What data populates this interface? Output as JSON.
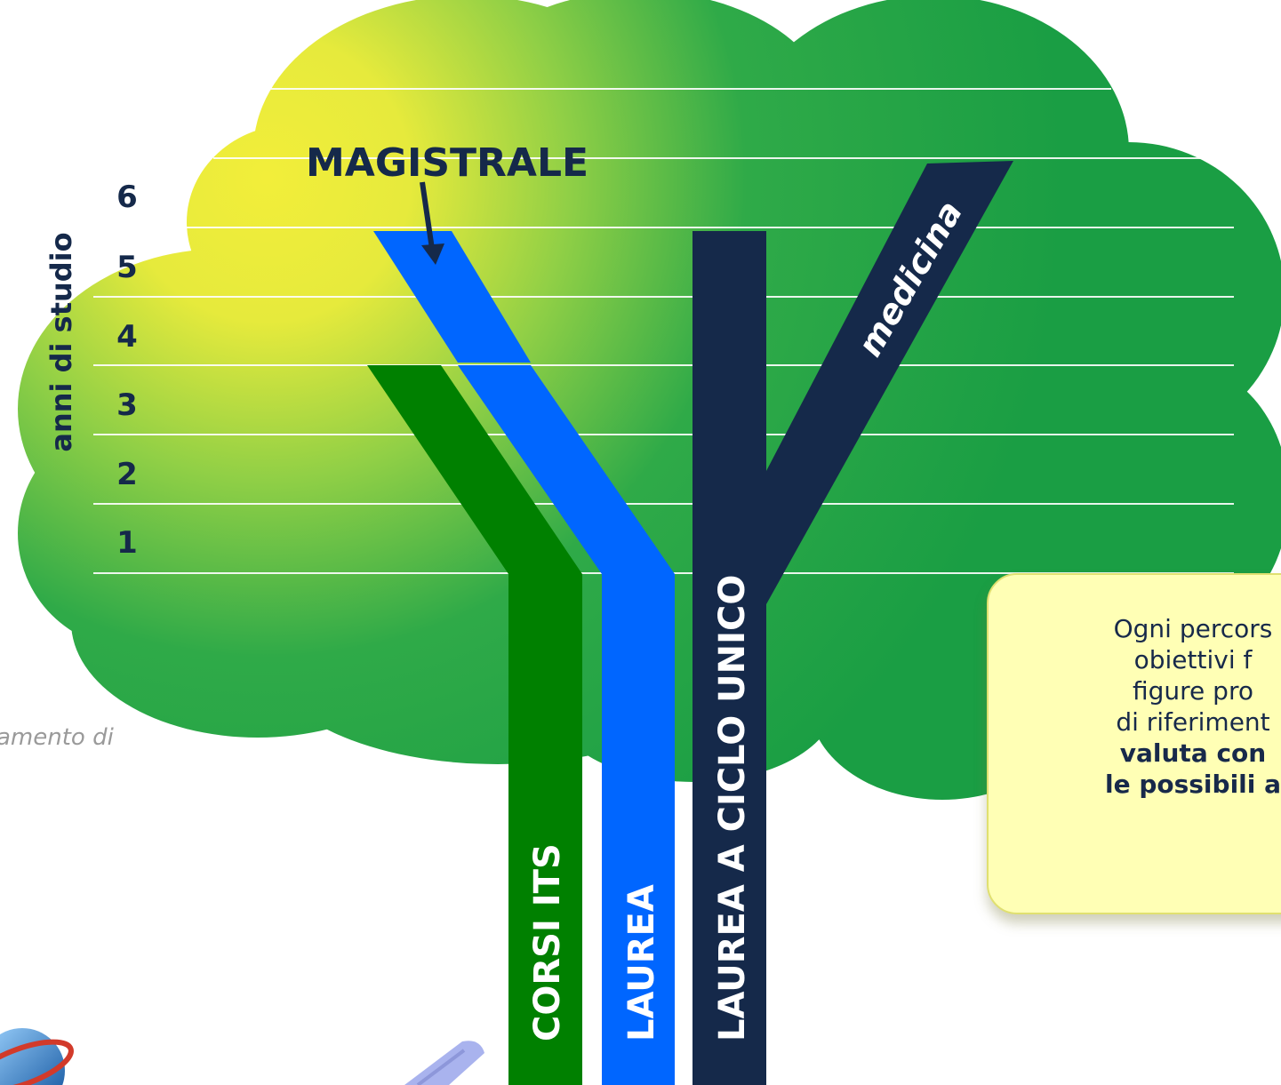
{
  "axis": {
    "label": "anni di studio",
    "years": [
      "6",
      "5",
      "4",
      "3",
      "2",
      "1"
    ]
  },
  "paths": {
    "magistrale": "MAGISTRALE",
    "medicina": "medicina",
    "corsi_its": "CORSI ITS",
    "laurea": "LAUREA",
    "laurea_ciclo_unico": "LAUREA A CICLO UNICO"
  },
  "info_box": {
    "lines": [
      "Ogni percors",
      "obiettivi f",
      "figure pro",
      "di riferiment",
      "valuta con",
      "le possibili a"
    ]
  },
  "footer": {
    "note": "amento di"
  },
  "colors": {
    "its_green": "#008000",
    "laurea_blue": "#0066ff",
    "ciclo_unico_navy": "#15294a",
    "tree_green": "#22a646",
    "tree_yellow": "#f0ea38",
    "info_bg": "#ffffb5"
  }
}
